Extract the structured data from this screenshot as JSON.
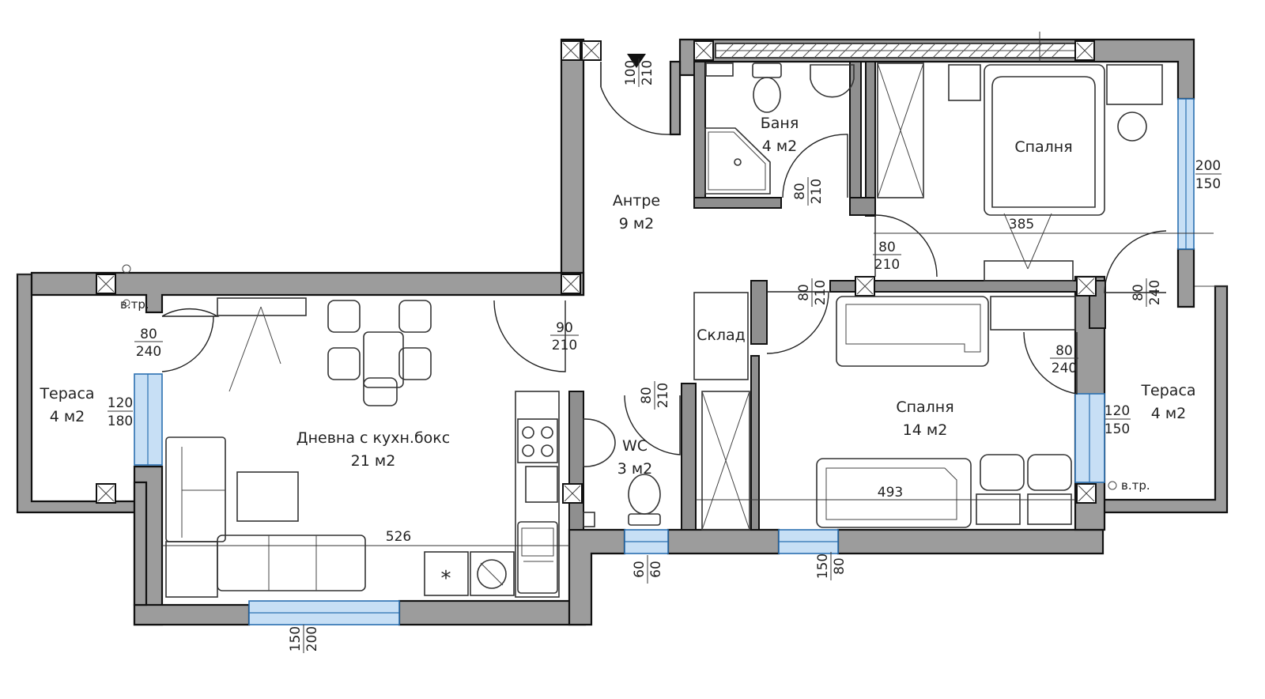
{
  "rooms": {
    "entrance": {
      "name": "Антре",
      "area": "9 м2"
    },
    "bathroom": {
      "name": "Баня",
      "area": "4 м2"
    },
    "bedroom_upper": {
      "name": "Спалня"
    },
    "living": {
      "name": "Дневна с кухн.бокс",
      "area": "21 м2"
    },
    "wc": {
      "name": "WC",
      "area": "3 м2"
    },
    "storage": {
      "name": "Склад"
    },
    "bedroom_lower": {
      "name": "Спалня",
      "area": "14 м2"
    },
    "terrace_left": {
      "name": "Тераса",
      "area": "4 м2"
    },
    "terrace_right": {
      "name": "Тераса",
      "area": "4 м2"
    }
  },
  "labels": {
    "vtr_left": "в.тр.",
    "vtr_right": "в.тр.",
    "asterisk": "*"
  },
  "dimensions": {
    "entry_door_w": "100",
    "entry_door_h": "210",
    "bath_door_w": "80",
    "bath_door_h": "210",
    "bed1_door_w": "80",
    "bed1_door_h": "210",
    "bed1_window_w": "200",
    "bed1_window_h": "150",
    "bed1_width": "385",
    "bed1_balcony_w": "80",
    "bed1_balcony_h": "240",
    "storage_door_w": "80",
    "storage_door_h": "210",
    "living_door_w": "90",
    "living_door_h": "210",
    "wc_door_w": "80",
    "wc_door_h": "210",
    "bed2_balcony_w": "80",
    "bed2_balcony_h": "240",
    "bed2_window_w": "120",
    "bed2_window_h": "150",
    "bed2_length": "493",
    "living_balcony_w": "80",
    "living_balcony_h": "240",
    "living_window_w": "120",
    "living_window_h": "180",
    "living_length": "526",
    "wc_window_w": "60",
    "wc_window_h": "60",
    "bed2_bottom_window_w": "150",
    "bed2_bottom_window_h": "80",
    "living_bottom_window_w": "150",
    "living_bottom_window_h": "200"
  },
  "colors": {
    "wall": "#9c9c9c",
    "window": "#c7dff5",
    "window_frame": "#2a6fb0"
  }
}
